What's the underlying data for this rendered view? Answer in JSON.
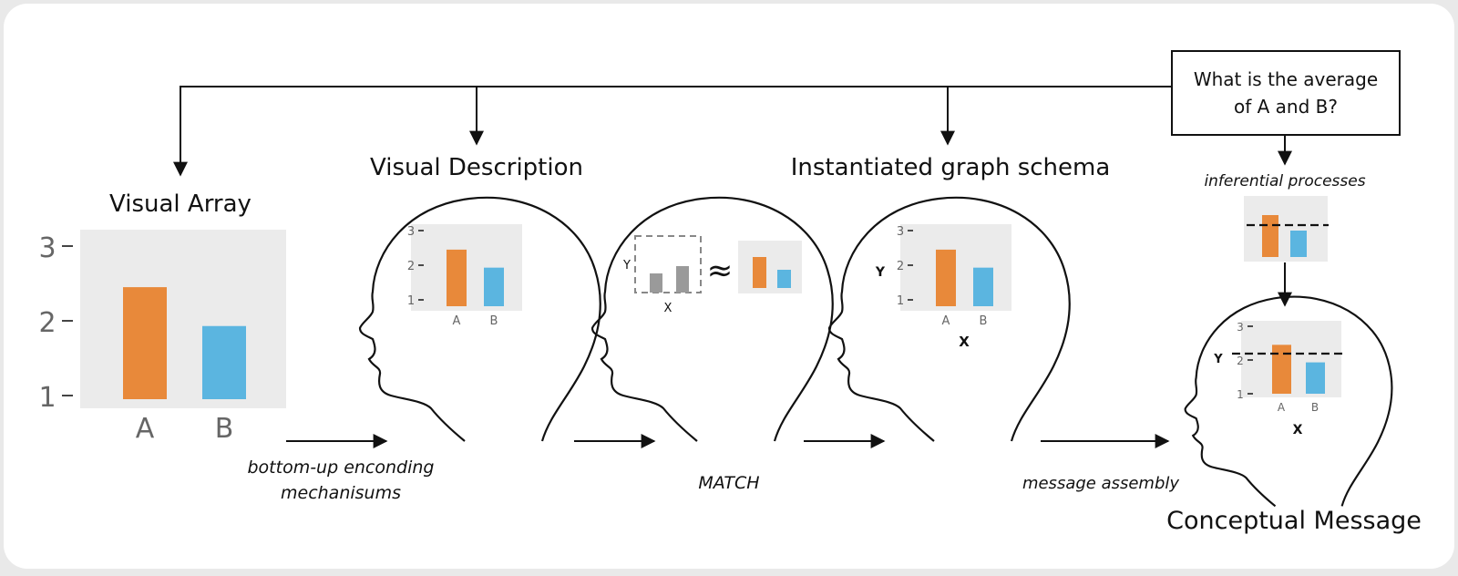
{
  "colors": {
    "card": "#ffffff",
    "panel": "#ebebeb",
    "bar_a": "#e8893a",
    "bar_b": "#5bb5e0",
    "bar_sketch": "#9a9a9a",
    "stroke": "#111111"
  },
  "question": {
    "line1": "What is the average",
    "line2": "of A and B?"
  },
  "stages": {
    "visual_array": {
      "title": "Visual  Array",
      "y_ticks": [
        "3",
        "2",
        "1"
      ],
      "categories": [
        "A",
        "B"
      ]
    },
    "visual_description": {
      "title": "Visual Description",
      "y_ticks": [
        "3",
        "2",
        "1"
      ],
      "categories": [
        "A",
        "B"
      ]
    },
    "match": {
      "y_label": "Y",
      "x_label": "X",
      "approx_symbol": "≈"
    },
    "schema": {
      "title": "Instantiated graph schema",
      "y_ticks": [
        "3",
        "2",
        "1"
      ],
      "categories": [
        "A",
        "B"
      ],
      "y_label": "Y",
      "x_label": "X"
    },
    "conceptual": {
      "title": "Conceptual Message",
      "y_ticks": [
        "3",
        "2",
        "1"
      ],
      "categories": [
        "A",
        "B"
      ],
      "y_label": "Y",
      "x_label": "X"
    }
  },
  "processes": {
    "bottom_up_line1": "bottom-up enconding",
    "bottom_up_line2": "mechanisums",
    "match": "MATCH",
    "message_assembly": "message assembly",
    "inferential": "inferential processes"
  },
  "bar_values": {
    "a": 2.45,
    "b": 1.93,
    "average": 2.19
  }
}
